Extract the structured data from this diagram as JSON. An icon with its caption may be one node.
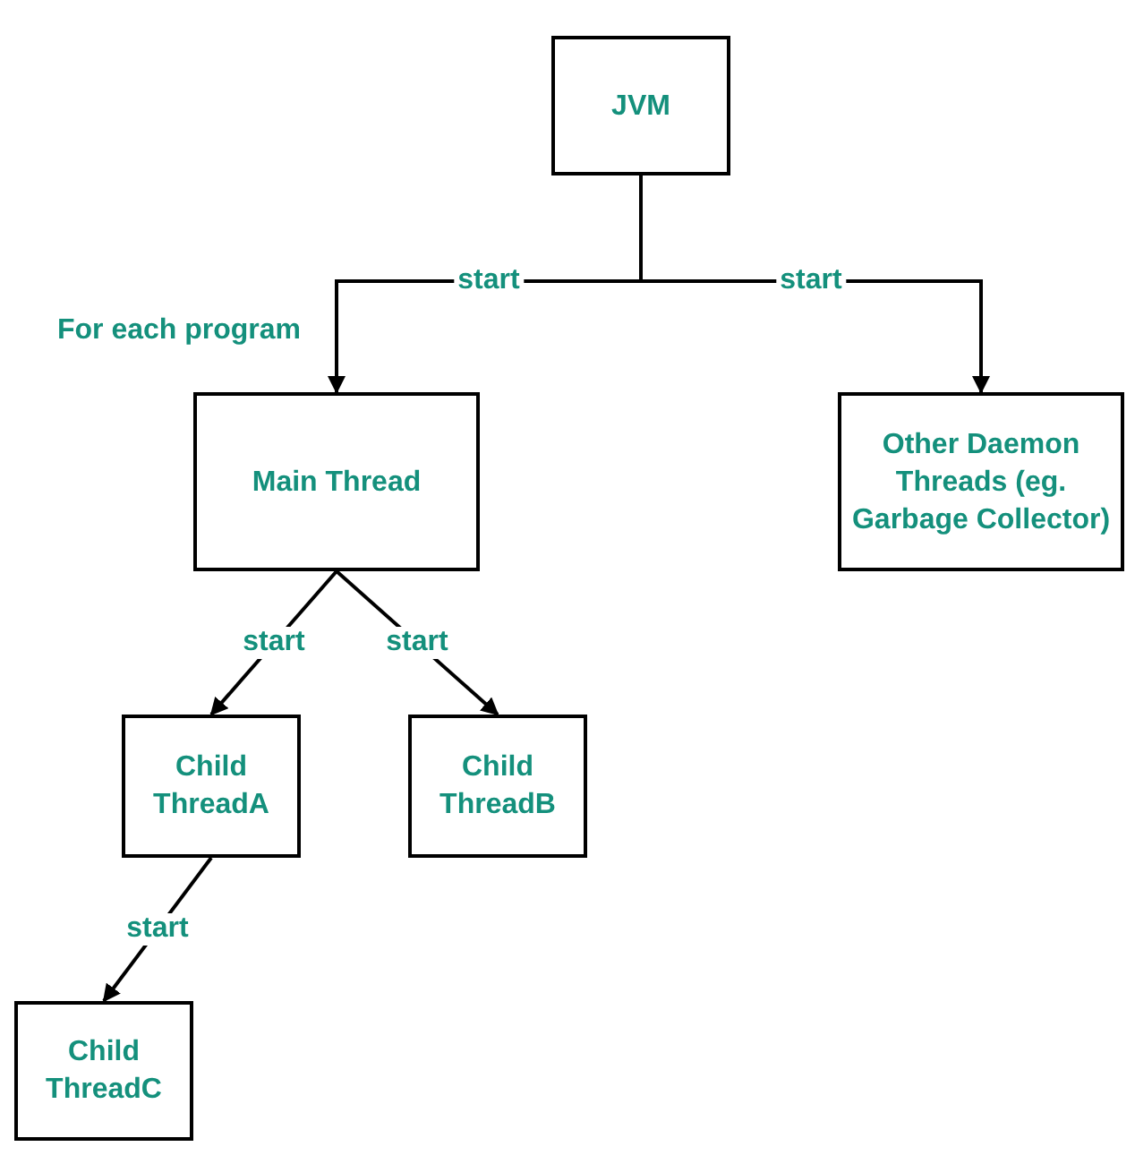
{
  "diagram": {
    "nodes": [
      {
        "text": [
          "JVM"
        ]
      },
      {
        "text": [
          "Main Thread"
        ]
      },
      {
        "text": [
          "Other Daemon Threads (eg. Garbage Collector)"
        ]
      },
      {
        "text": [
          "Child ThreadA"
        ]
      },
      {
        "text": [
          "Child ThreadB"
        ]
      },
      {
        "text": [
          "Child ThreadC"
        ]
      }
    ],
    "edges": [
      {
        "from": 0,
        "to": 1,
        "arrow": "to",
        "label": "start"
      },
      {
        "from": 0,
        "to": 2,
        "arrow": "to",
        "label": "start"
      },
      {
        "from": 1,
        "to": 3,
        "arrow": "to",
        "label": "start"
      },
      {
        "from": 1,
        "to": 4,
        "arrow": "to",
        "label": "start"
      },
      {
        "from": 3,
        "to": 5,
        "arrow": "to",
        "label": "start"
      }
    ],
    "labels": [
      "For each program"
    ]
  }
}
